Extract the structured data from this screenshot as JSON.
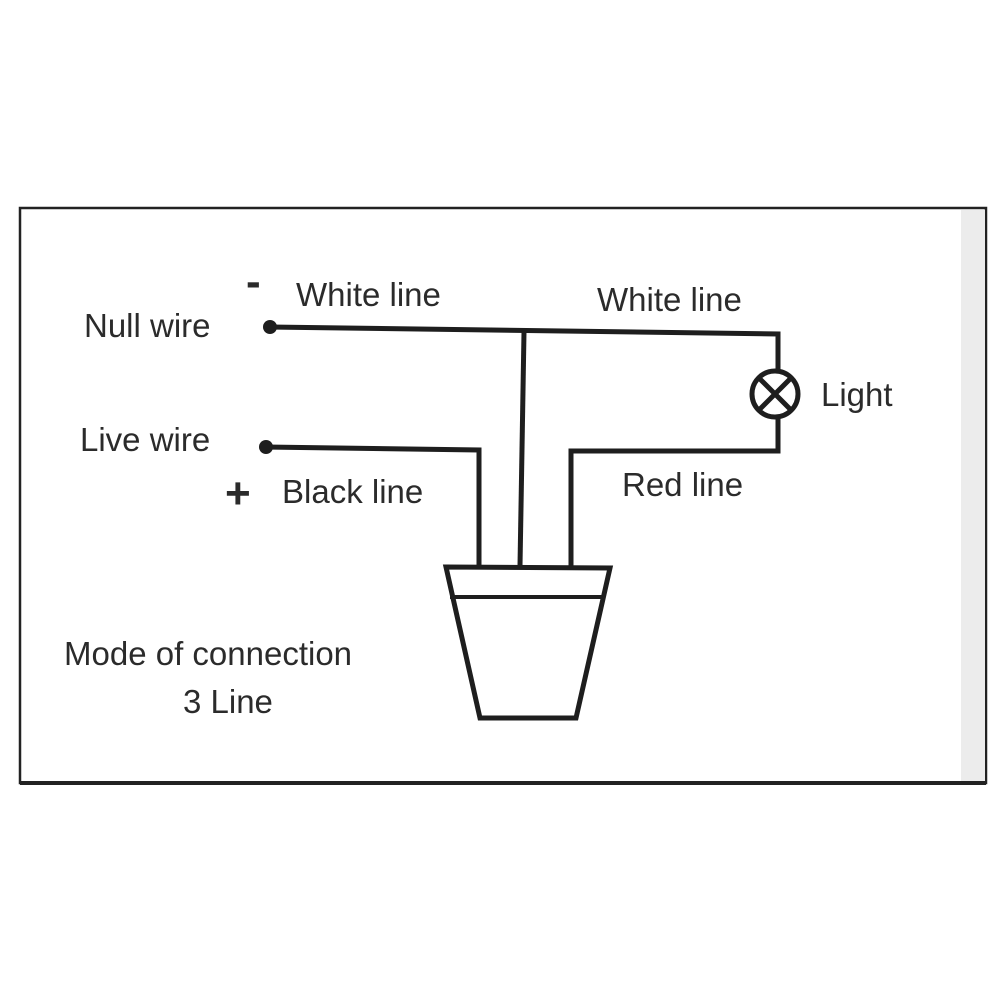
{
  "diagram": {
    "labels": {
      "null_wire": "Null wire",
      "negative_sign": "-",
      "white_line_left": "White line",
      "white_line_right": "White line",
      "light": "Light",
      "live_wire": "Live wire",
      "positive_sign": "+",
      "black_line": "Black line",
      "red_line": "Red line",
      "mode_line1": "Mode of connection",
      "mode_line2": "3 Line"
    },
    "colors": {
      "line": "#1e1e1e",
      "text": "#2b2b2b",
      "background": "#ffffff",
      "right_edge_shade": "#ececec"
    }
  }
}
